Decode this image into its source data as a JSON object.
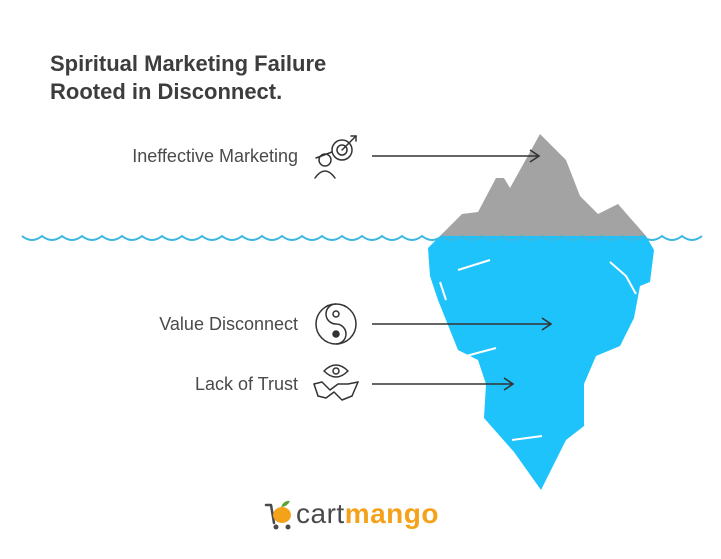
{
  "title": {
    "line1": "Spiritual Marketing Failure",
    "line2": "Rooted in Disconnect."
  },
  "items": [
    {
      "label": "Ineffective Marketing",
      "icon": "target-person-icon"
    },
    {
      "label": "Value Disconnect",
      "icon": "yin-yang-icon"
    },
    {
      "label": "Lack of Trust",
      "icon": "handshake-eye-icon"
    }
  ],
  "logo": {
    "part_a": "cart",
    "part_b": "mango",
    "icon": "mango-cart-icon"
  },
  "colors": {
    "tip": "#a3a3a3",
    "underwater": "#1ec3fb",
    "water_line": "#3bb8e0",
    "text": "#4a4a4a",
    "brand_orange": "#f5a21b",
    "brand_green": "#5ba135"
  }
}
